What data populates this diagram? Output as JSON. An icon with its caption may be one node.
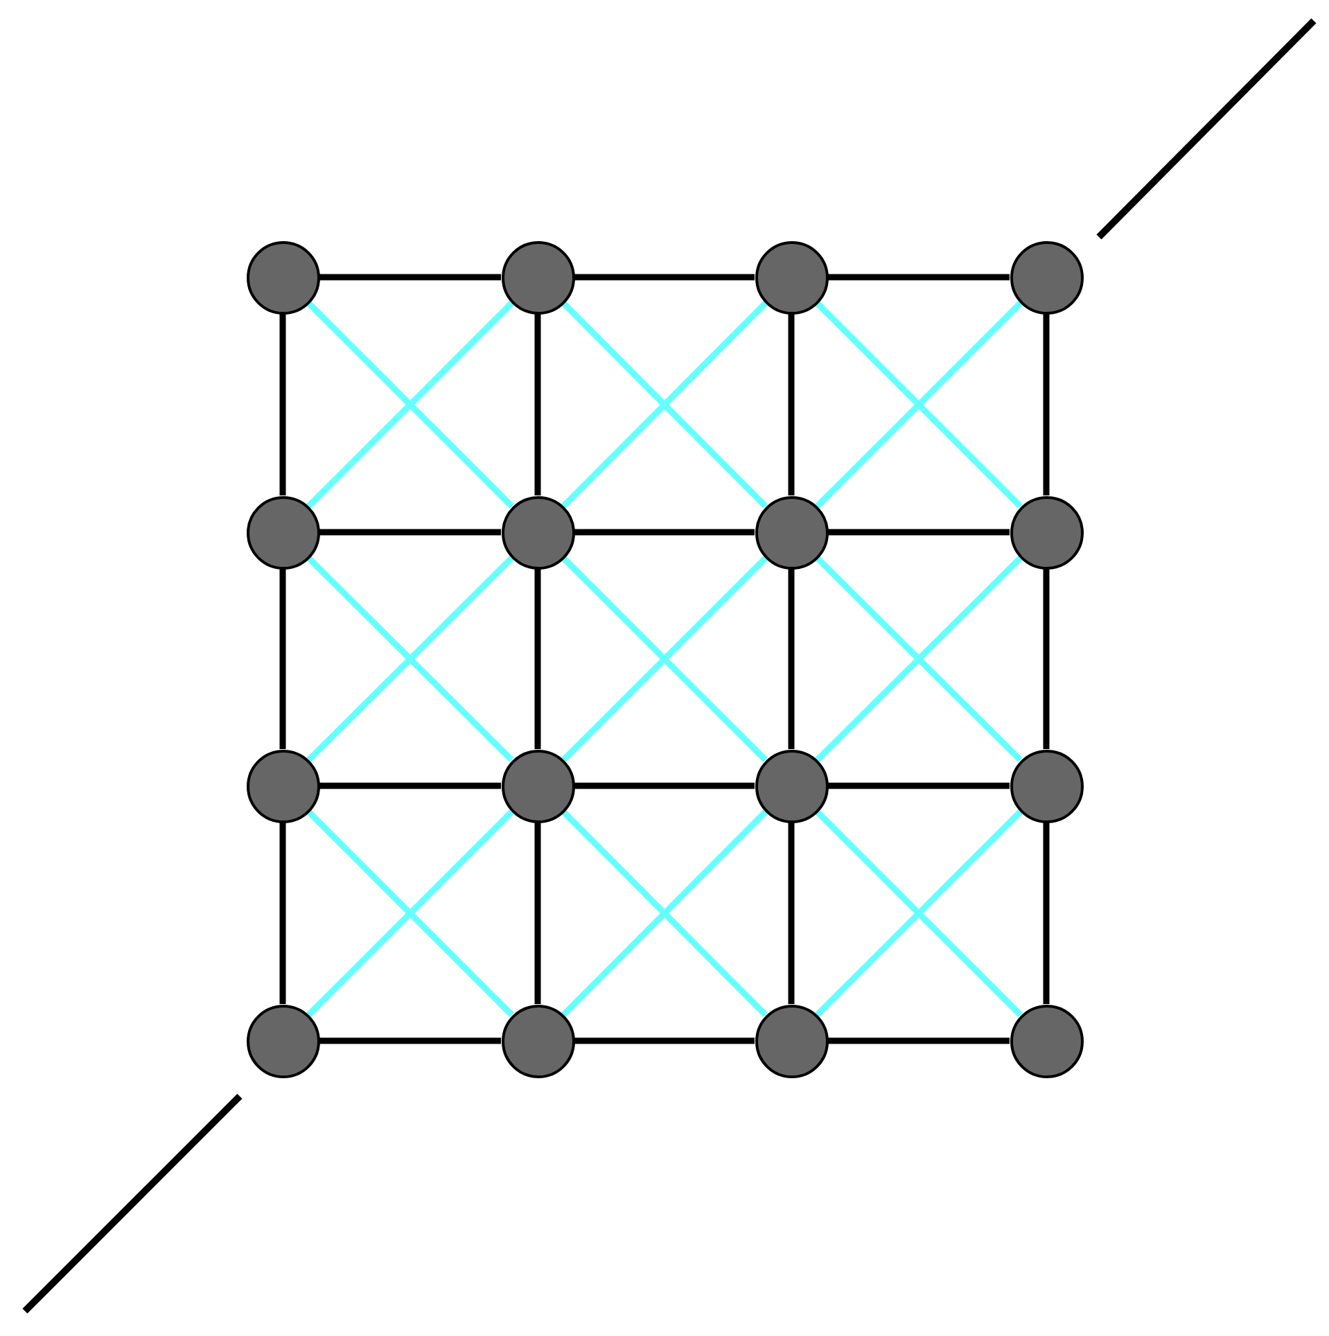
{
  "diagram": {
    "nodes": [
      {
        "text": [],
        "shape": "circle"
      },
      {
        "text": [],
        "shape": "circle"
      },
      {
        "text": [],
        "shape": "circle"
      },
      {
        "text": [],
        "shape": "circle"
      },
      {
        "text": [],
        "shape": "circle"
      },
      {
        "text": [],
        "shape": "circle"
      },
      {
        "text": [],
        "shape": "circle"
      },
      {
        "text": [],
        "shape": "circle"
      },
      {
        "text": [],
        "shape": "circle"
      },
      {
        "text": [],
        "shape": "circle"
      },
      {
        "text": [],
        "shape": "circle"
      },
      {
        "text": [],
        "shape": "circle"
      },
      {
        "text": [],
        "shape": "circle"
      },
      {
        "text": [],
        "shape": "circle"
      },
      {
        "text": [],
        "shape": "circle"
      },
      {
        "text": [],
        "shape": "circle"
      }
    ],
    "edges": [
      {
        "from": 0,
        "to": 1,
        "arrow": "none"
      },
      {
        "from": 1,
        "to": 2,
        "arrow": "none"
      },
      {
        "from": 2,
        "to": 3,
        "arrow": "none"
      },
      {
        "from": 0,
        "to": 4,
        "arrow": "none"
      },
      {
        "from": 1,
        "to": 5,
        "arrow": "none"
      },
      {
        "from": 2,
        "to": 6,
        "arrow": "none"
      },
      {
        "from": 3,
        "to": 7,
        "arrow": "none"
      },
      {
        "from": 0,
        "to": 5,
        "arrow": "none",
        "color": "#66ffff"
      },
      {
        "from": 1,
        "to": 4,
        "arrow": "none",
        "color": "#66ffff"
      },
      {
        "from": 1,
        "to": 6,
        "arrow": "none",
        "color": "#66ffff"
      },
      {
        "from": 2,
        "to": 5,
        "arrow": "none",
        "color": "#66ffff"
      },
      {
        "from": 2,
        "to": 7,
        "arrow": "none",
        "color": "#66ffff"
      },
      {
        "from": 3,
        "to": 6,
        "arrow": "none",
        "color": "#66ffff"
      },
      {
        "from": 4,
        "to": 5,
        "arrow": "none"
      },
      {
        "from": 5,
        "to": 6,
        "arrow": "none"
      },
      {
        "from": 6,
        "to": 7,
        "arrow": "none"
      },
      {
        "from": 4,
        "to": 8,
        "arrow": "none"
      },
      {
        "from": 5,
        "to": 9,
        "arrow": "none"
      },
      {
        "from": 6,
        "to": 10,
        "arrow": "none"
      },
      {
        "from": 7,
        "to": 11,
        "arrow": "none"
      },
      {
        "from": 4,
        "to": 9,
        "arrow": "none",
        "color": "#66ffff"
      },
      {
        "from": 5,
        "to": 8,
        "arrow": "none",
        "color": "#66ffff"
      },
      {
        "from": 5,
        "to": 10,
        "arrow": "none",
        "color": "#66ffff"
      },
      {
        "from": 6,
        "to": 9,
        "arrow": "none",
        "color": "#66ffff"
      },
      {
        "from": 6,
        "to": 11,
        "arrow": "none",
        "color": "#66ffff"
      },
      {
        "from": 7,
        "to": 10,
        "arrow": "none",
        "color": "#66ffff"
      },
      {
        "from": 8,
        "to": 9,
        "arrow": "none"
      },
      {
        "from": 9,
        "to": 10,
        "arrow": "none"
      },
      {
        "from": 10,
        "to": 11,
        "arrow": "none"
      },
      {
        "from": 8,
        "to": 12,
        "arrow": "none"
      },
      {
        "from": 9,
        "to": 13,
        "arrow": "none"
      },
      {
        "from": 10,
        "to": 14,
        "arrow": "none"
      },
      {
        "from": 11,
        "to": 15,
        "arrow": "none"
      },
      {
        "from": 8,
        "to": 13,
        "arrow": "none",
        "color": "#66ffff"
      },
      {
        "from": 9,
        "to": 12,
        "arrow": "none",
        "color": "#66ffff"
      },
      {
        "from": 9,
        "to": 14,
        "arrow": "none",
        "color": "#66ffff"
      },
      {
        "from": 10,
        "to": 13,
        "arrow": "none",
        "color": "#66ffff"
      },
      {
        "from": 10,
        "to": 15,
        "arrow": "none",
        "color": "#66ffff"
      },
      {
        "from": 11,
        "to": 14,
        "arrow": "none",
        "color": "#66ffff"
      },
      {
        "from": 12,
        "to": 13,
        "arrow": "none"
      },
      {
        "from": 13,
        "to": 14,
        "arrow": "none"
      },
      {
        "from": 14,
        "to": 15,
        "arrow": "none"
      }
    ]
  }
}
